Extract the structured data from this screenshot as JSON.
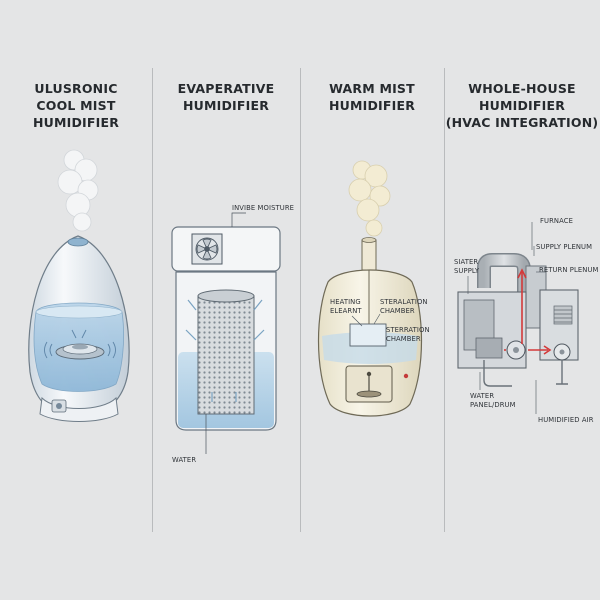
{
  "panels": [
    {
      "title": [
        "ULUSRONIC",
        "COOL MIST",
        "HUMIDIFIER"
      ],
      "labels": {}
    },
    {
      "title": [
        "EVAPERATIVE",
        "HUMIDIFIER"
      ],
      "labels": {
        "moisture": "INVIBE MOISTURE",
        "water": "WATER"
      }
    },
    {
      "title": [
        "WARM MIST",
        "HUMIDIFIER"
      ],
      "labels": {
        "heating_1": "HEATING",
        "heating_2": "ELEARNT",
        "chamber_a": "STERALATION CHAMBER",
        "chamber_b_1": "STERRATION",
        "chamber_b_2": "CHAMBER"
      }
    },
    {
      "title": [
        "WHOLE-HOUSE",
        "HUMIDIFIER",
        "(HVAC INTEGRATION)"
      ],
      "labels": {
        "furnace": "FURNACE",
        "supply_plenum": "SUPPLY PLENUM",
        "return_plenum": "RETURN PLENUM",
        "water_supply_1": "SIATER",
        "water_supply_2": "SUPPLY",
        "water_panel_1": "WATER",
        "water_panel_2": "PANEL/DRUM",
        "humidified_air": "HUMIDIFIED AIR"
      }
    }
  ],
  "colors": {
    "background": "#e4e5e6",
    "water": "#a9cbe3",
    "warm_body": "#f3efdc",
    "hot_arrow": "#d33a3a",
    "duct": "#9da3a8"
  }
}
